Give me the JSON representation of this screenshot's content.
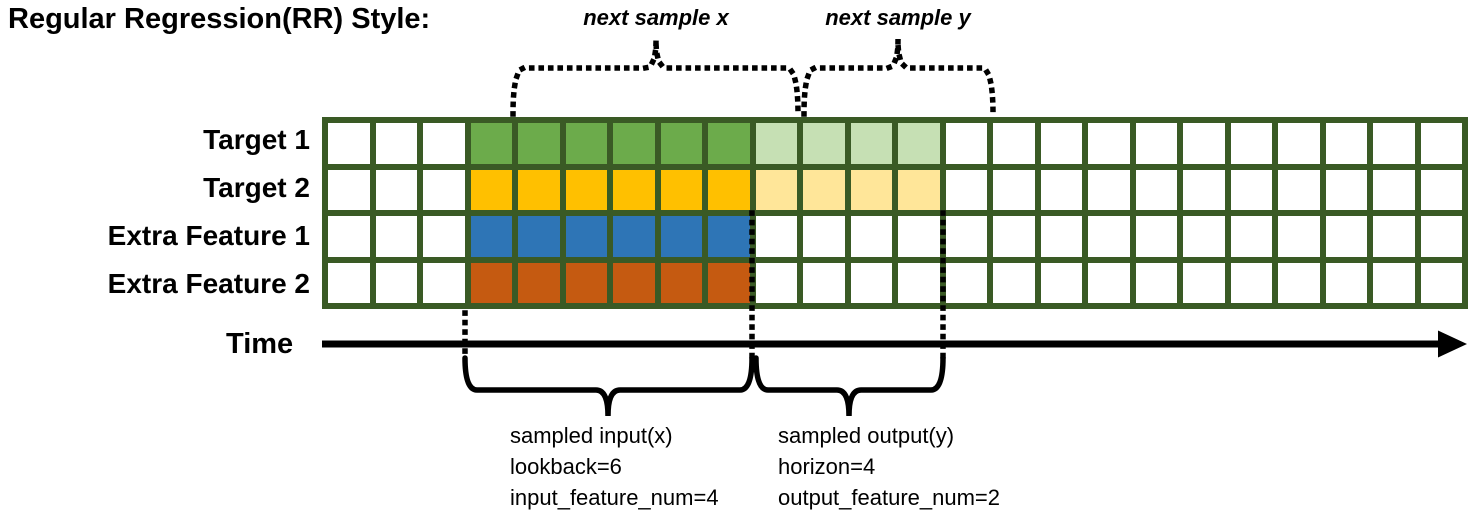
{
  "title": "Regular Regression(RR) Style:",
  "colors": {
    "grid_border": "#3a5a25",
    "white": "#ffffff",
    "green": "#6cab4b",
    "light_green": "#c6e0b4",
    "gold": "#ffc000",
    "light_gold": "#ffe699",
    "blue": "#2e75b6",
    "orange": "#c55a11"
  },
  "grid": {
    "columns": 24,
    "rows": [
      {
        "label": "Target 1",
        "segments": [
          {
            "color": "white",
            "count": 3
          },
          {
            "color": "green",
            "count": 6
          },
          {
            "color": "light_green",
            "count": 4
          },
          {
            "color": "white",
            "count": 11
          }
        ]
      },
      {
        "label": "Target 2",
        "segments": [
          {
            "color": "white",
            "count": 3
          },
          {
            "color": "gold",
            "count": 6
          },
          {
            "color": "light_gold",
            "count": 4
          },
          {
            "color": "white",
            "count": 11
          }
        ]
      },
      {
        "label": "Extra Feature 1",
        "segments": [
          {
            "color": "white",
            "count": 3
          },
          {
            "color": "blue",
            "count": 6
          },
          {
            "color": "white",
            "count": 15
          }
        ]
      },
      {
        "label": "Extra Feature 2",
        "segments": [
          {
            "color": "white",
            "count": 3
          },
          {
            "color": "orange",
            "count": 6
          },
          {
            "color": "white",
            "count": 15
          }
        ]
      }
    ]
  },
  "braces": {
    "next_sample_x": "next sample x",
    "next_sample_y": "next sample y"
  },
  "time_axis": {
    "label": "Time"
  },
  "notes": {
    "input": {
      "title": "sampled input(x)",
      "lookback": "lookback=6",
      "feature_num": "input_feature_num=4"
    },
    "output": {
      "title": "sampled output(y)",
      "horizon": "horizon=4",
      "feature_num": "output_feature_num=2"
    }
  }
}
